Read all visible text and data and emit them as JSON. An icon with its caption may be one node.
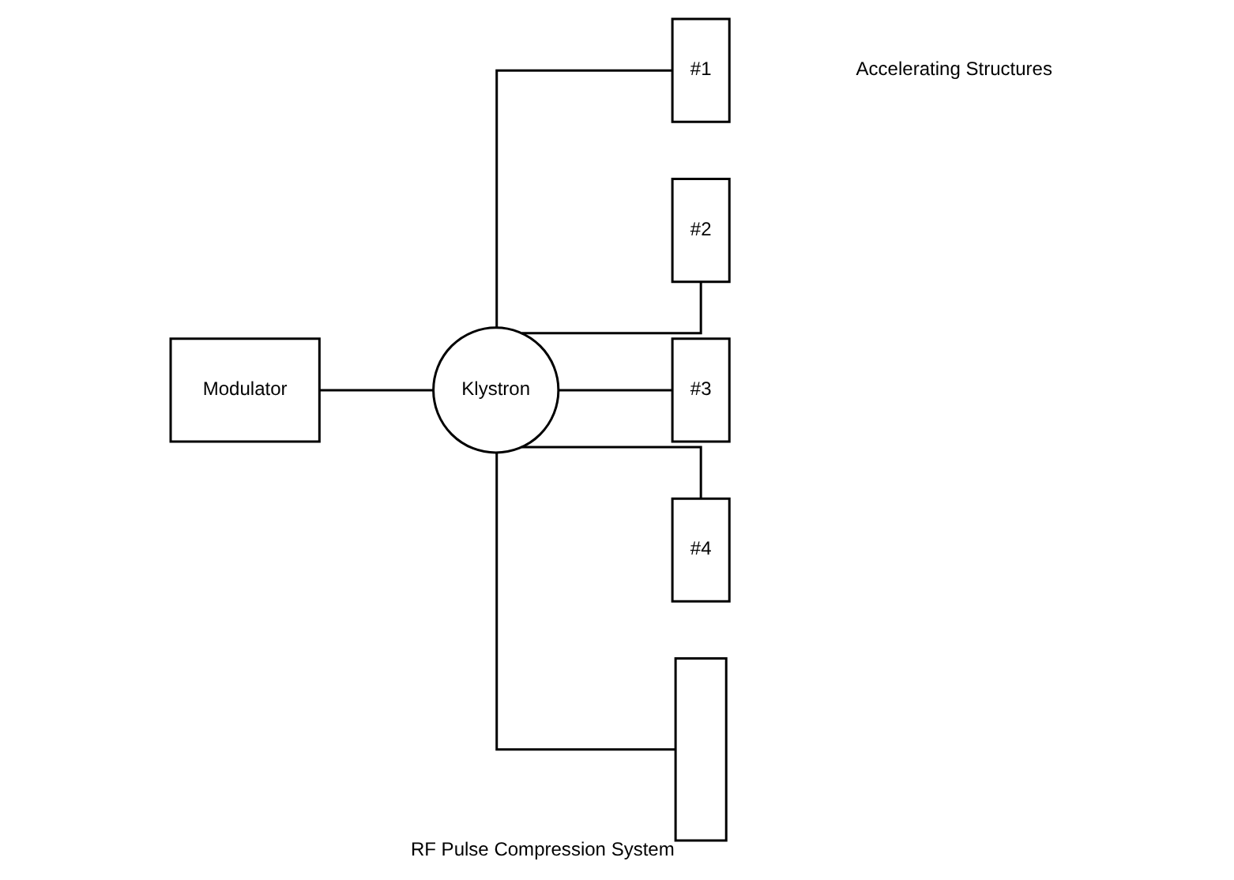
{
  "diagram": {
    "nodes": [
      {
        "text": [
          "Modulator"
        ]
      },
      {
        "text": [
          "Klystron"
        ]
      },
      {
        "text": [],
        "shape": "box",
        "beside": [
          "RF Pulse Compression System"
        ]
      },
      {
        "text": [
          "#1"
        ]
      },
      {
        "text": [
          "#2"
        ]
      },
      {
        "text": [
          "#3"
        ]
      },
      {
        "text": [
          "#4"
        ]
      }
    ],
    "edges": [
      {
        "from": 0,
        "to": 1,
        "arrow": "none"
      },
      {
        "from": 1,
        "to": 2,
        "arrow": "none"
      },
      {
        "from": 1,
        "to": 3,
        "arrow": "none"
      },
      {
        "from": 1,
        "to": 4,
        "arrow": "none"
      },
      {
        "from": 1,
        "to": 5,
        "arrow": "none"
      },
      {
        "from": 1,
        "to": 6,
        "arrow": "none"
      }
    ],
    "labels": [
      "Accelerating Structures"
    ]
  }
}
